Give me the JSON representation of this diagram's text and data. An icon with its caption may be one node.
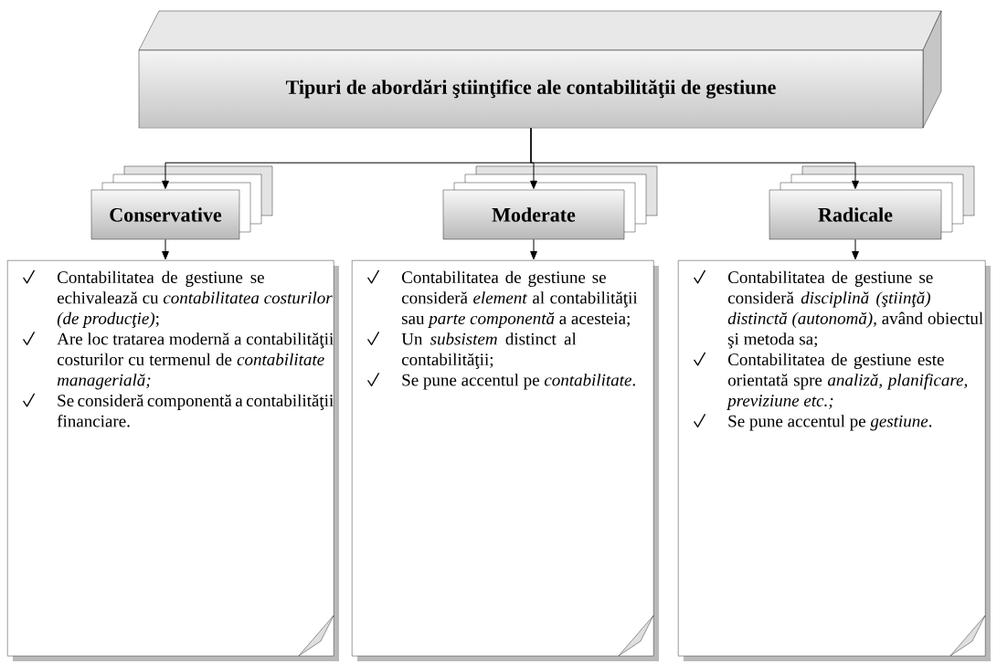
{
  "diagram": {
    "nodes": [
      {
        "text": [
          "Tipuri de abordări ştiinţifice ale contabilităţii de gestiune"
        ]
      },
      {
        "text": [
          "Conservative"
        ]
      },
      {
        "text": [
          "Moderate"
        ]
      },
      {
        "text": [
          "Radicale"
        ]
      },
      {
        "text": [
          "Contabilitatea de gestiune se echivalează cu *contabilitatea costurilor (de producţie)*;",
          "Are loc tratarea modernă a contabilităţii costurilor cu termenul de *contabilitate managerială;*",
          "Se consideră componentă a contabilităţii financiare."
        ]
      },
      {
        "text": [
          "Contabilitatea de gestiune se consideră *element* al contabilităţii sau *parte componentă* a acesteia;",
          "Un *subsistem* distinct al contabilităţii;",
          "Se pune accentul pe *contabilitate*."
        ]
      },
      {
        "text": [
          "Contabilitatea de gestiune se consideră *disciplină (ştiinţă) distinctă (autonomă),* având obiectul şi metoda sa;",
          "Contabilitatea de gestiune este orientată spre *analiză, planificare, previziune etc.;*",
          "Se pune accentul pe *gestiune*."
        ]
      }
    ],
    "edges": [
      {
        "from": 0,
        "to": 1,
        "arrow": "to"
      },
      {
        "from": 0,
        "to": 2,
        "arrow": "to"
      },
      {
        "from": 0,
        "to": 3,
        "arrow": "to"
      },
      {
        "from": 1,
        "to": 4,
        "arrow": "to"
      },
      {
        "from": 2,
        "to": 5,
        "arrow": "to"
      },
      {
        "from": 3,
        "to": 6,
        "arrow": "to"
      }
    ]
  }
}
